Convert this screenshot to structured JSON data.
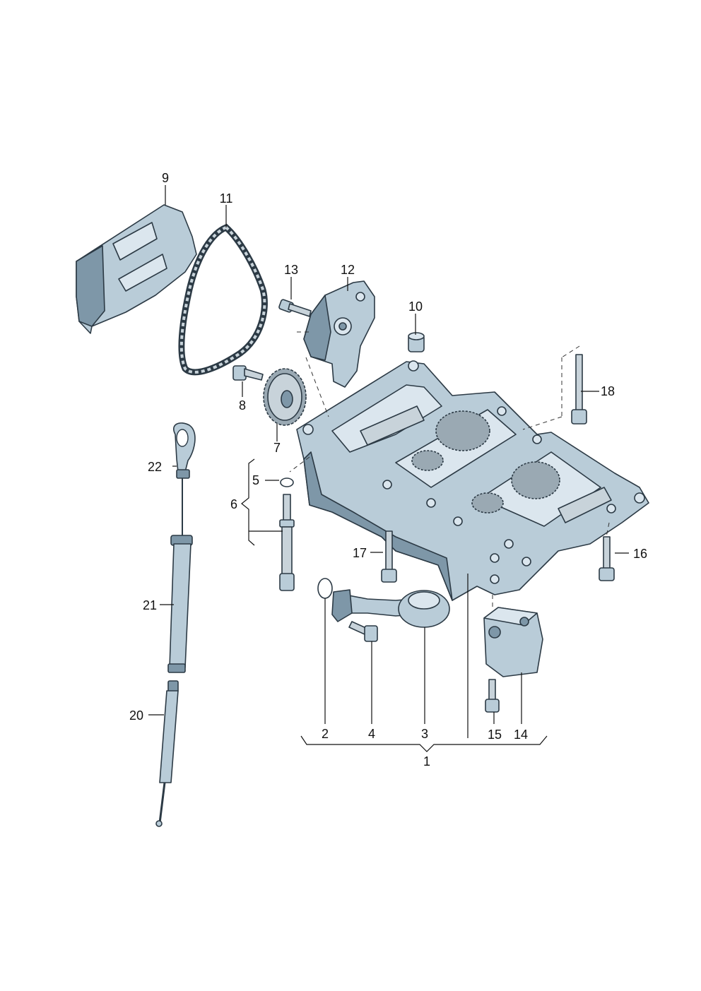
{
  "callouts": {
    "c1": "1",
    "c2": "2",
    "c3": "3",
    "c4": "4",
    "c5": "5",
    "c6": "6",
    "c7": "7",
    "c8": "8",
    "c9": "9",
    "c10": "10",
    "c11": "11",
    "c12": "12",
    "c13": "13",
    "c14": "14",
    "c15": "15",
    "c16": "16",
    "c17": "17",
    "c18": "18",
    "c20": "20",
    "c21": "21",
    "c22": "22"
  },
  "colors": {
    "part_fill": "#b9ccd8",
    "part_shadow": "#7e97a8",
    "outline": "#2c3a45",
    "text": "#111111"
  }
}
